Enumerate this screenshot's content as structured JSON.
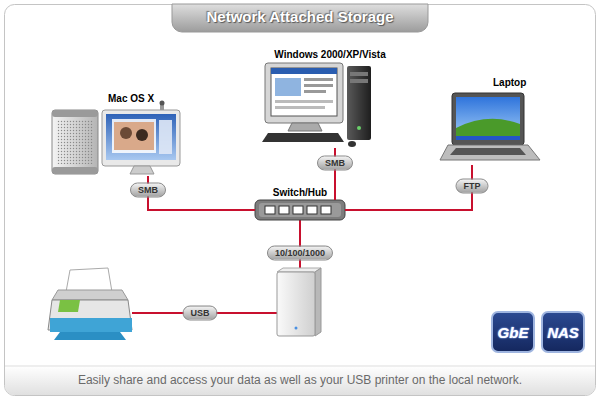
{
  "diagram": {
    "title": "Network Attached Storage",
    "caption": "Easily share and access your data as well as your USB printer on the local network.",
    "nodes": [
      {
        "text": [
          "Mac OS X"
        ]
      },
      {
        "text": [
          "Windows 2000/XP/Vista"
        ]
      },
      {
        "text": [
          "Laptop"
        ]
      },
      {
        "text": [
          "Switch/Hub"
        ]
      }
    ],
    "edges": [
      {
        "from": 0,
        "to": 3,
        "label": "SMB",
        "arrow": "none"
      },
      {
        "from": 1,
        "to": 3,
        "label": "SMB",
        "arrow": "none"
      },
      {
        "from": 2,
        "to": 3,
        "label": "FTP",
        "arrow": "none"
      }
    ],
    "labels": [
      "10/100/1000",
      "USB",
      "GbE",
      "NAS"
    ]
  }
}
